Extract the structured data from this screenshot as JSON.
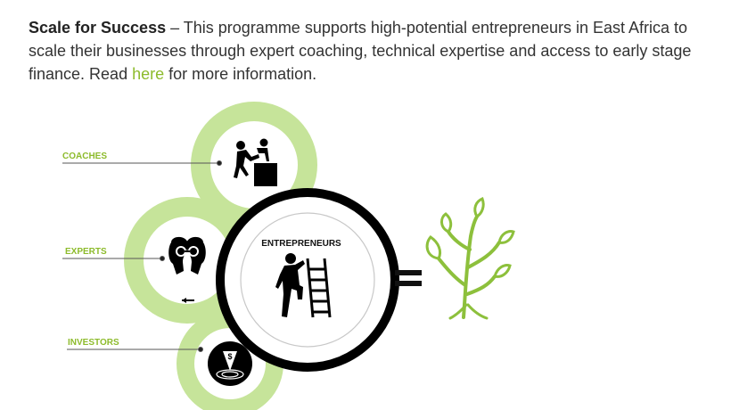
{
  "intro": {
    "title": "Scale for Success",
    "dash": " – ",
    "text_before_link": "This programme supports high-potential entrepreneurs in East Africa to scale their businesses through expert coaching, technical expertise and access to early stage finance. Read ",
    "link_text": "here",
    "text_after_link": " for more information."
  },
  "diagram": {
    "labels": {
      "coaches": "COACHES",
      "experts": "EXPERTS",
      "investors": "INVESTORS",
      "entrepreneurs": "ENTREPRENEURS"
    },
    "icons": {
      "coaches": "coach-lifting-icon",
      "experts": "experts-heads-icon",
      "investors": "investment-target-icon",
      "entrepreneurs": "climbing-ladder-icon",
      "equals": "equals-icon",
      "growth": "growing-plant-icon"
    },
    "colors": {
      "green_ring": "#c6e49a",
      "green_light": "#dff0c4",
      "green_label": "#8dbb2c",
      "plant": "#8dc03c",
      "black": "#111111"
    }
  }
}
